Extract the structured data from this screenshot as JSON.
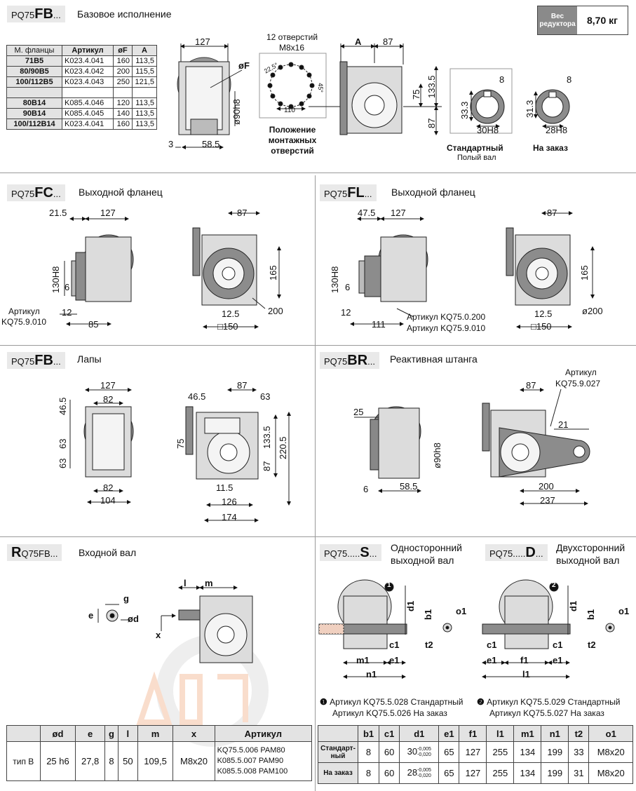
{
  "weight": {
    "label": "Вес редуктора",
    "value": "8,70 кг"
  },
  "sections": {
    "fb_base": {
      "prefix": "PQ75",
      "code": "FB",
      "suffix": "...",
      "title": "Базовое исполнение"
    },
    "fc": {
      "prefix": "PQ75",
      "code": "FC",
      "suffix": "...",
      "title": "Выходной фланец"
    },
    "fl": {
      "prefix": "PQ75",
      "code": "FL",
      "suffix": "...",
      "title": "Выходной фланец"
    },
    "fb_feet": {
      "prefix": "PQ75",
      "code": "FB",
      "suffix": "...",
      "title": "Лапы"
    },
    "br": {
      "prefix": "PQ75",
      "code": "BR",
      "suffix": "...",
      "title": "Реактивная штанга"
    },
    "r": {
      "prefix": "R",
      "code": "Q75FB...",
      "suffix": "",
      "title": "Входной вал"
    },
    "s": {
      "prefix": "PQ75.....",
      "code": "S",
      "suffix": "...",
      "title": "Односторонний выходной вал"
    },
    "d": {
      "prefix": "PQ75.....",
      "code": "D",
      "suffix": "...",
      "title": "Двухсторонний выходной вал"
    }
  },
  "flange_table": {
    "headers": [
      "М. фланцы",
      "Артикул",
      "øF",
      "A"
    ],
    "rows": [
      [
        "71B5",
        "K023.4.041",
        "160",
        "113,5"
      ],
      [
        "80/90B5",
        "K023.4.042",
        "200",
        "115,5"
      ],
      [
        "100/112B5",
        "K023.4.043",
        "250",
        "121,5"
      ],
      [
        "",
        "",
        "",
        ""
      ],
      [
        "80B14",
        "K085.4.046",
        "120",
        "113,5"
      ],
      [
        "90B14",
        "K085.4.045",
        "140",
        "113,5"
      ],
      [
        "100/112B14",
        "K023.4.041",
        "160",
        "113,5"
      ]
    ]
  },
  "top": {
    "holes_title": "12 отверстий",
    "holes_sub": "M8x16",
    "holes_caption": "Положение монтажных отверстий",
    "angle1": "22,5°",
    "angle2": "45°",
    "dim110": "110",
    "d127": "127",
    "dF": "øF",
    "d3": "3",
    "d585": "58.5",
    "d90": "ø90h8",
    "dA": "A",
    "d87": "87",
    "d75": "75",
    "d1335": "133.5",
    "d87b": "87",
    "std_label": "Стандартный",
    "std_sub": "Полый вал",
    "opt_label": "На заказ",
    "std_8": "8",
    "std_333": "33.3",
    "std_30": "30H8",
    "opt_8": "8",
    "opt_313": "31.3",
    "opt_28": "28H8"
  },
  "fc": {
    "d215": "21.5",
    "d127": "127",
    "d130": "130H8",
    "d6": "6",
    "d12": "12",
    "d85": "85",
    "art_label": "Артикул",
    "art": "KQ75.9.010",
    "d87": "87",
    "d165": "165",
    "d125": "12.5",
    "d200": "200",
    "d150": "□150"
  },
  "fl": {
    "d475": "47.5",
    "d127": "127",
    "d130": "130H8",
    "d6": "6",
    "d12": "12",
    "d111": "111",
    "art1": "Артикул KQ75.0.200",
    "art2": "Артикул KQ75.9.010",
    "d87": "87",
    "d165": "165",
    "d125": "12.5",
    "d200": "ø200",
    "d150": "□150"
  },
  "feet": {
    "d127": "127",
    "d82": "82",
    "d465": "46.5",
    "d63a": "63",
    "d63b": "63",
    "d82b": "82",
    "d104": "104",
    "d465b": "46.5",
    "d87": "87",
    "d63": "63",
    "d75": "75",
    "d1335": "133.5",
    "d87b": "87",
    "d2205": "220.5",
    "d115": "11.5",
    "d126": "126",
    "d174": "174"
  },
  "br": {
    "art_label": "Артикул",
    "art": "KQ75.9.027",
    "d25": "25",
    "d90": "ø90h8",
    "d6": "6",
    "d585": "58.5",
    "d87": "87",
    "d21": "21",
    "d200": "200",
    "d237": "237"
  },
  "r": {
    "l": "l",
    "m": "m",
    "g": "g",
    "e": "e",
    "od": "ød",
    "x": "x"
  },
  "s": {
    "n1": "n1",
    "m1": "m1",
    "c1": "c1",
    "e1": "e1",
    "d1": "d1",
    "b1": "b1",
    "o1": "o1",
    "t2": "t2",
    "marker": "1"
  },
  "d": {
    "l1": "l1",
    "f1": "f1",
    "c1a": "c1",
    "c1b": "c1",
    "e1a": "e1",
    "e1b": "e1",
    "d1": "d1",
    "b1": "b1",
    "o1": "o1",
    "t2": "t2",
    "marker": "2"
  },
  "notes": {
    "s1": "Артикул KQ75.5.028 Стандартный",
    "s2": "Артикул KQ75.5.026 На заказ",
    "d1": "Артикул KQ75.5.029 Стандартный",
    "d2": "Артикул KQ75.5.027 На заказ"
  },
  "input_table": {
    "headers": [
      "",
      "ød",
      "e",
      "g",
      "l",
      "m",
      "x",
      "Артикул"
    ],
    "row_label": "тип B",
    "values": [
      "25 h6",
      "27,8",
      "8",
      "50",
      "109,5",
      "M8x20"
    ],
    "articles": [
      "KQ75.5.006 PAM80",
      "K085.5.007 PAM90",
      "K085.5.008 PAM100"
    ]
  },
  "shaft_table": {
    "headers": [
      "",
      "b1",
      "c1",
      "d1",
      "e1",
      "f1",
      "l1",
      "m1",
      "n1",
      "t2",
      "o1"
    ],
    "rows": [
      {
        "label": "Стандарт-ный",
        "b1": "8",
        "c1": "60",
        "d1": "30",
        "d1_tol_up": "-0,005",
        "d1_tol_dn": "-0,020",
        "e1": "65",
        "f1": "127",
        "l1": "255",
        "m1": "134",
        "n1": "199",
        "t2": "33",
        "o1": "M8x20"
      },
      {
        "label": "На заказ",
        "b1": "8",
        "c1": "60",
        "d1": "28",
        "d1_tol_up": "-0,005",
        "d1_tol_dn": "-0,020",
        "e1": "65",
        "f1": "127",
        "l1": "255",
        "m1": "134",
        "n1": "199",
        "t2": "31",
        "o1": "M8x20"
      }
    ]
  },
  "colors": {
    "gray_fill": "#8c8c8c",
    "light_fill": "#dcdcdc",
    "line": "#222222",
    "header_bg": "#e3e3e3",
    "watermark": "#f0a070"
  }
}
